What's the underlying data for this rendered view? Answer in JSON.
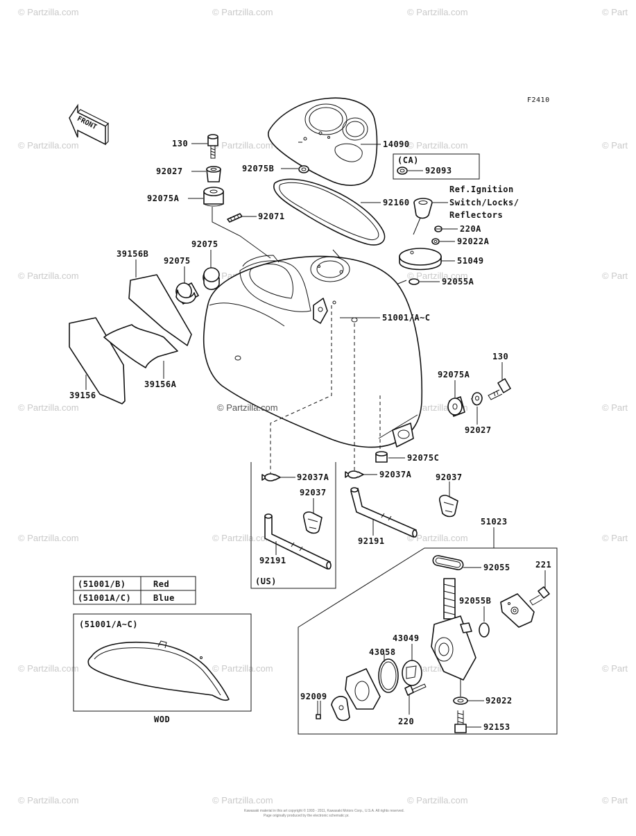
{
  "diagram": {
    "figure_code": "F2410",
    "front_label": "FRONT",
    "center_watermark": "© Partzilla.com",
    "watermark_text": "© Partzilla.com",
    "watermark_edge_text": "© Part",
    "ref_note": [
      "Ref.Ignition",
      "Switch/Locks/",
      "Reflectors"
    ],
    "ca_label": "(CA)",
    "us_label": "(US)",
    "wod_label": "WOD",
    "wod_box_title": "(51001/A~C)",
    "color_table": [
      {
        "code": "(51001/B)",
        "color": "Red"
      },
      {
        "code": "(51001A/C)",
        "color": "Blue"
      }
    ],
    "labels": {
      "l130a": "130",
      "l14090": "14090",
      "l92027a": "92027",
      "l92075b": "92075B",
      "l92093": "92093",
      "l92075a_a": "92075A",
      "l92160": "92160",
      "l92071": "92071",
      "l220a": "220A",
      "l92022a": "92022A",
      "l39156b": "39156B",
      "l92075_a": "92075",
      "l92075_b": "92075",
      "l51049": "51049",
      "l92055a": "92055A",
      "l51001": "51001/A~C",
      "l130b": "130",
      "l92075a_b": "92075A",
      "l39156": "39156",
      "l39156a": "39156A",
      "l92027b": "92027",
      "l92075c": "92075C",
      "l92037a_a": "92037A",
      "l92037a_b": "92037A",
      "l92037_a": "92037",
      "l92037_b": "92037",
      "l92191_a": "92191",
      "l92191_b": "92191",
      "l51023": "51023",
      "l92055": "92055",
      "l221": "221",
      "l92055b": "92055B",
      "l43049": "43049",
      "l43058": "43058",
      "l92009": "92009",
      "l220": "220",
      "l92022": "92022",
      "l92153": "92153"
    },
    "copyright_line1": "Kawasaki material in this art copyright © 1993 - 2011, Kawasaki Motors Corp., U.S.A. All rights reserved.",
    "copyright_line2": "Page originally produced by the electronic schematic pr."
  }
}
